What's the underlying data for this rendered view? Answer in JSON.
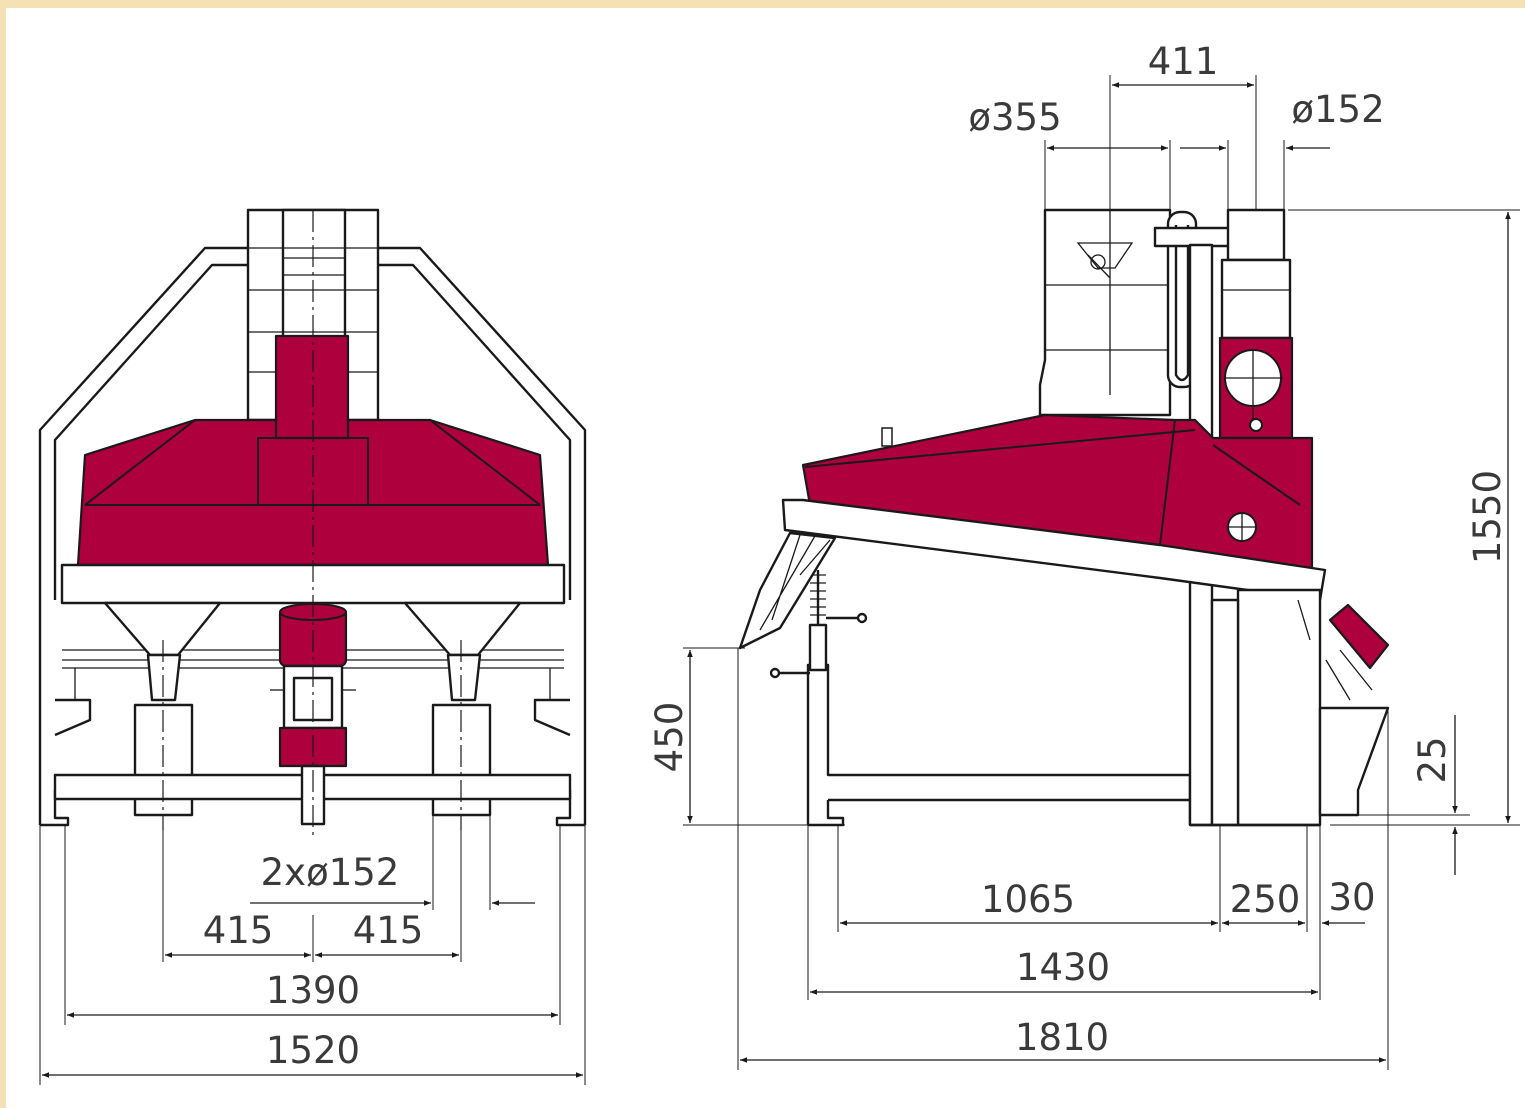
{
  "front_view": {
    "dimensions": {
      "overall_width": "1520",
      "foot_width": "1390",
      "outlet_left_offset": "415",
      "outlet_right_offset": "415",
      "outlets": "2xø152"
    }
  },
  "side_view": {
    "dimensions": {
      "overall_length": "1810",
      "base_length": "1430",
      "frame_span": "1065",
      "box_width": "250",
      "clearance": "30",
      "height": "1550",
      "inlet_height": "450",
      "foot_offset": "25",
      "inlet_diameter": "ø355",
      "outlet_diameter": "ø152",
      "inlet_spacing": "411"
    }
  },
  "colors": {
    "body": "#ad003d",
    "lines": "#1a1a1a",
    "frame_border": "#f4e2b4"
  }
}
